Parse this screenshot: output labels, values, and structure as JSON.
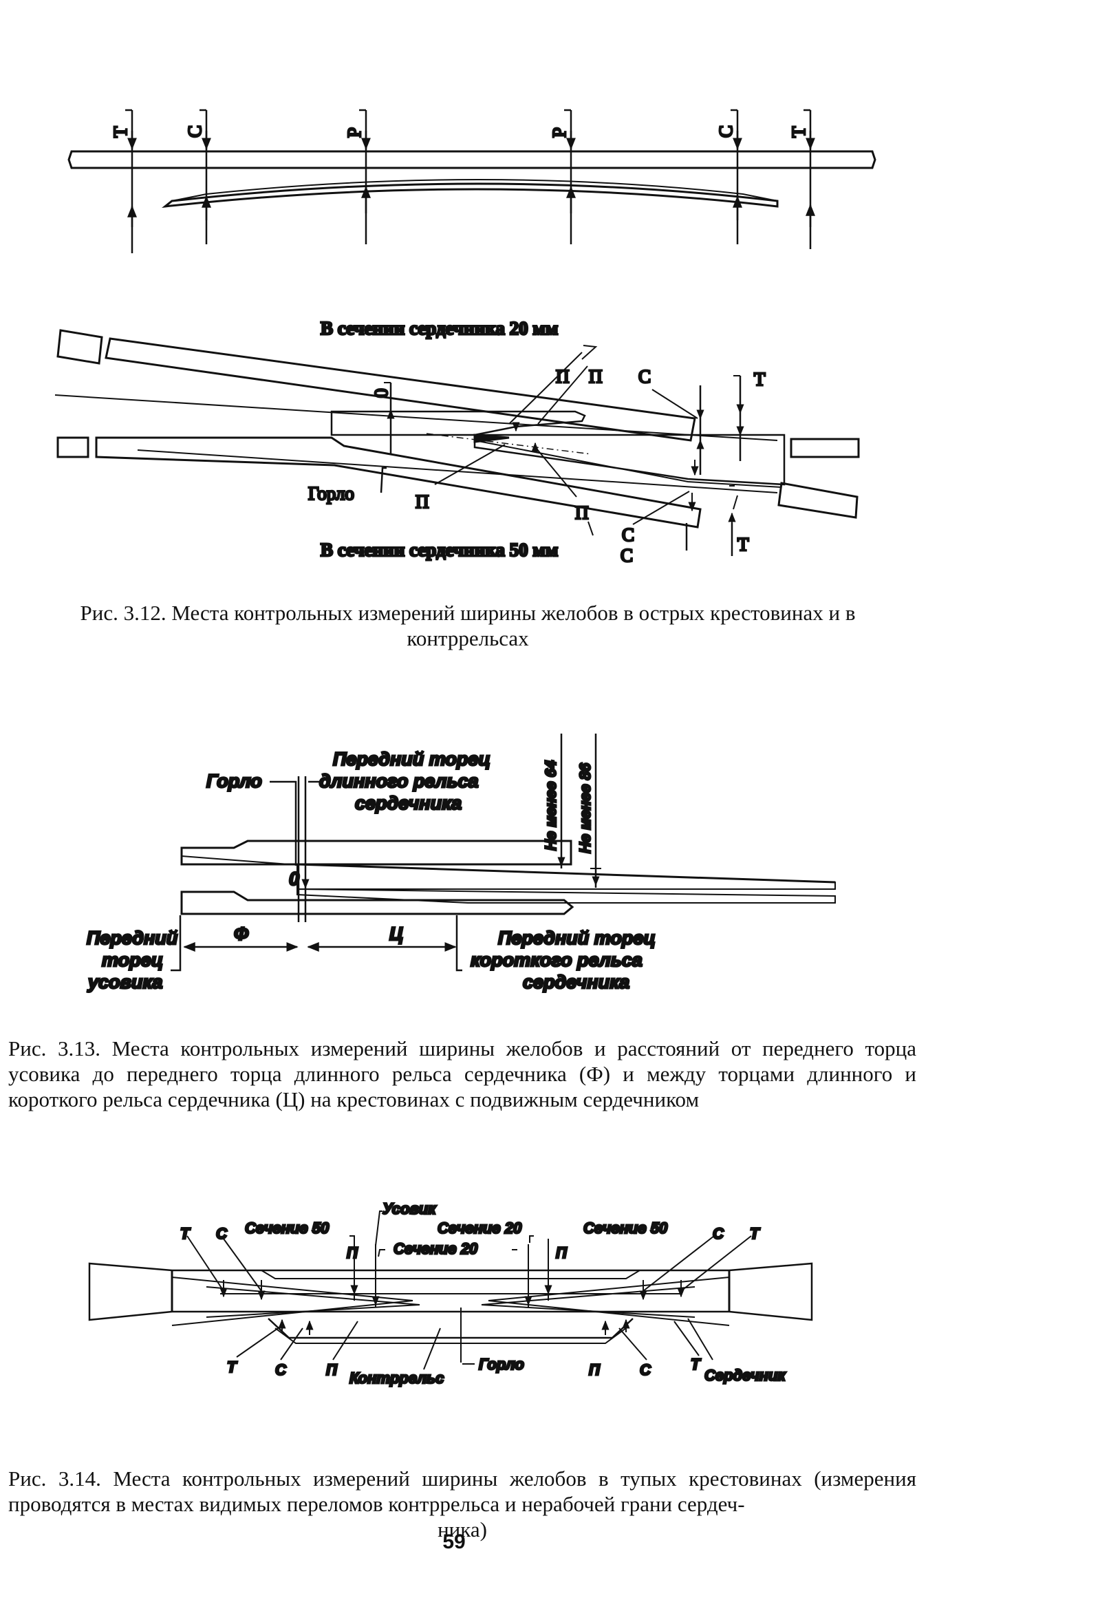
{
  "figure1": {
    "top_labels": [
      "Т",
      "С",
      "Р",
      "Р",
      "С",
      "Т"
    ],
    "label_top": "В сечении сердечника 20 мм",
    "label_bottom": "В сечении сердечника 50 мм",
    "gorlo": "Горло",
    "o": "0",
    "p": "П",
    "c": "С",
    "t": "Т"
  },
  "caption1": "Рис. 3.12. Места контрольных измерений ширины желобов в острых крестовинах и в контррельсах",
  "figure2": {
    "gorlo": "Горло",
    "front_long": [
      "Передний торец",
      "длинного рельса",
      "сердечника"
    ],
    "front_short": [
      "Передний торец",
      "короткого рельса",
      "сердечника"
    ],
    "front_usovik": [
      "Передний",
      "торец",
      "усовика"
    ],
    "not_less_64": "Не менее 64",
    "not_less_86": "Не менее 86",
    "o": "0",
    "phi": "Ф",
    "ts": "Ц"
  },
  "caption2": "Рис. 3.13. Места контрольных измерений ширины желобов и расстояний от переднего торца усовика до переднего торца длинного рельса сердечника (Ф) и между торцами длинного и короткого рельса сердечника (Ц) на крестовинах с подвижным сердечником",
  "figure3": {
    "usovik": "Усовик",
    "section50": "Сечение 50",
    "section20": "Сечение 20",
    "kontrrels": "Контррельс",
    "gorlo": "Горло",
    "serdechnik": "Сердечник",
    "t": "Т",
    "c": "С",
    "p": "П"
  },
  "caption3_main": "Рис. 3.14. Места контрольных измерений ширины желобов в тупых крестовинах (измерения проводятся в местах видимых переломов контррельса и нерабочей грани сердеч-",
  "caption3_end": "ника)",
  "page_number": "59"
}
